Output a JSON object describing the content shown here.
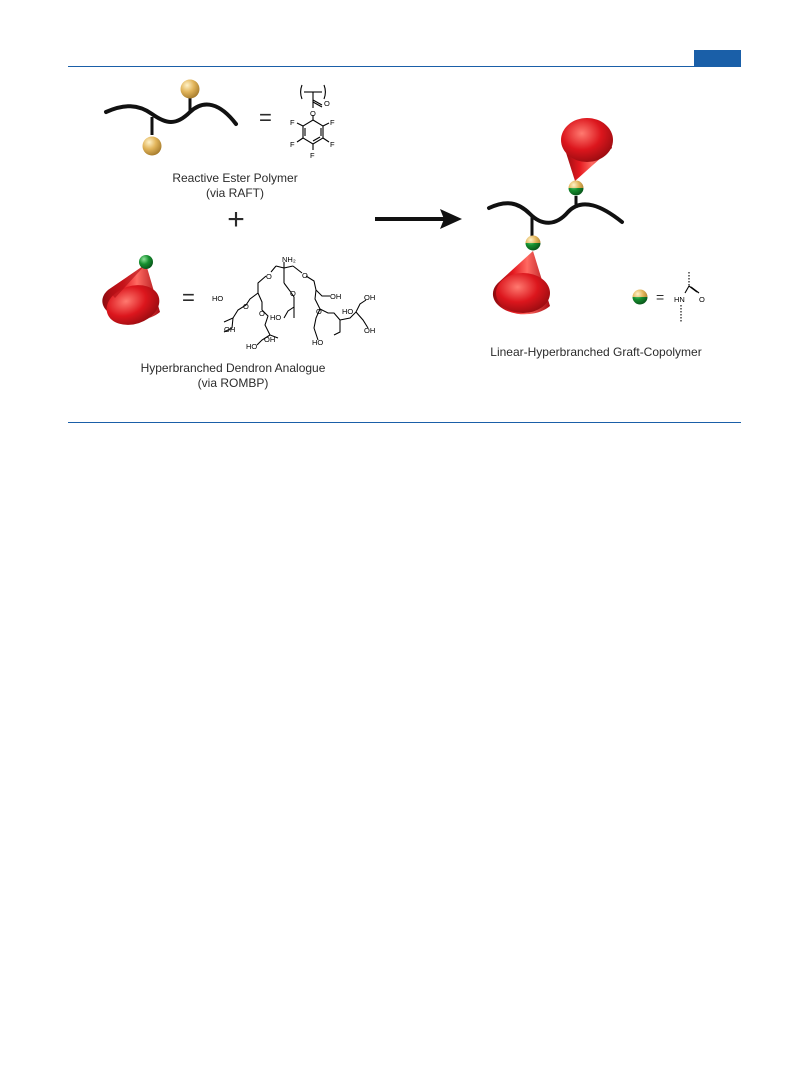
{
  "colors": {
    "rule": "#1a5fa8",
    "header_tab": "#1a5fa8",
    "dendron_red": "#d8141b",
    "ester_gold": "#d8ab50",
    "amine_green": "#0f7a2a",
    "backbone": "#111111"
  },
  "scheme": {
    "equals": "=",
    "plus": "+",
    "reactive_ester": {
      "label_line1": "Reactive Ester Polymer",
      "label_line2": "(via RAFT)"
    },
    "dendron": {
      "label_line1": "Hyperbranched Dendron Analogue",
      "label_line2": "(via ROMBP)"
    },
    "product": {
      "label": "Linear-Hyperbranched Graft-Copolymer"
    },
    "pfp_structure": {
      "atoms": [
        "O",
        "O",
        "F",
        "F",
        "F",
        "F",
        "F"
      ]
    },
    "dendron_structure": {
      "amine": "NH₂",
      "ether_oxygens": [
        "O",
        "O",
        "O",
        "O",
        "O",
        "O"
      ],
      "hydroxyls": [
        "HO",
        "OH",
        "HO",
        "HO",
        "OH",
        "OH",
        "HO",
        "OH",
        "HO",
        "OH"
      ]
    },
    "amide_structure": {
      "atoms": [
        "HN",
        "O"
      ]
    }
  }
}
